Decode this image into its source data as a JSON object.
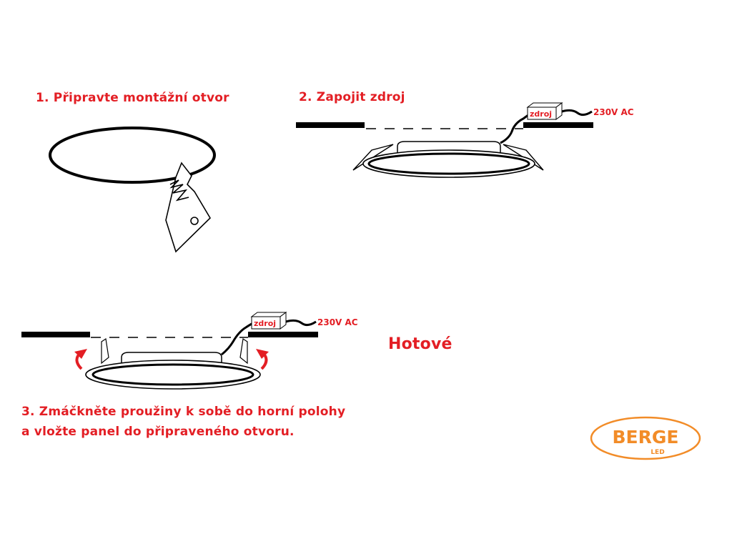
{
  "steps": {
    "step1": "1. Připravte montážní otvor",
    "step2": "2. Zapojit zdroj",
    "step3_line1": "3. Zmáčkněte proužiny k sobě do horní polohy",
    "step3_line2": "a vložte panel do připraveného otvoru."
  },
  "done_label": "Hotové",
  "driver_label": "zdroj",
  "voltage_label": "230V AC",
  "logo": {
    "name": "BERGE",
    "sub": "LED"
  },
  "colors": {
    "accent": "#e31e24",
    "logo_orange": "#f28c28",
    "ink": "#000000"
  }
}
